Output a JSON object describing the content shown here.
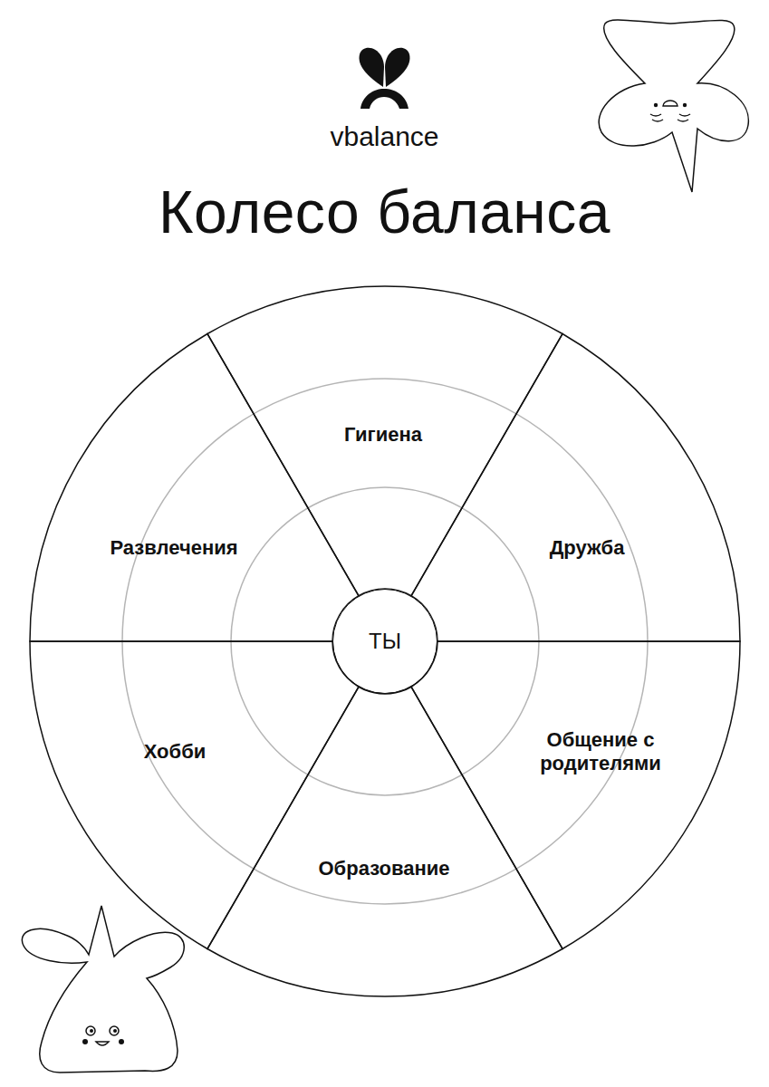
{
  "diagram": {
    "title": "Колесо баланса",
    "nodes": [
      {
        "text": [
          "Гигиена"
        ]
      },
      {
        "text": [
          "Развлечения"
        ]
      },
      {
        "text": [
          "Дружба"
        ]
      },
      {
        "text": [
          "ТЫ"
        ]
      },
      {
        "text": [
          "Хобби"
        ]
      },
      {
        "text": [
          "Общение с родителями"
        ]
      },
      {
        "text": [
          "Образование"
        ]
      }
    ],
    "labels": [
      "vbalance"
    ]
  }
}
